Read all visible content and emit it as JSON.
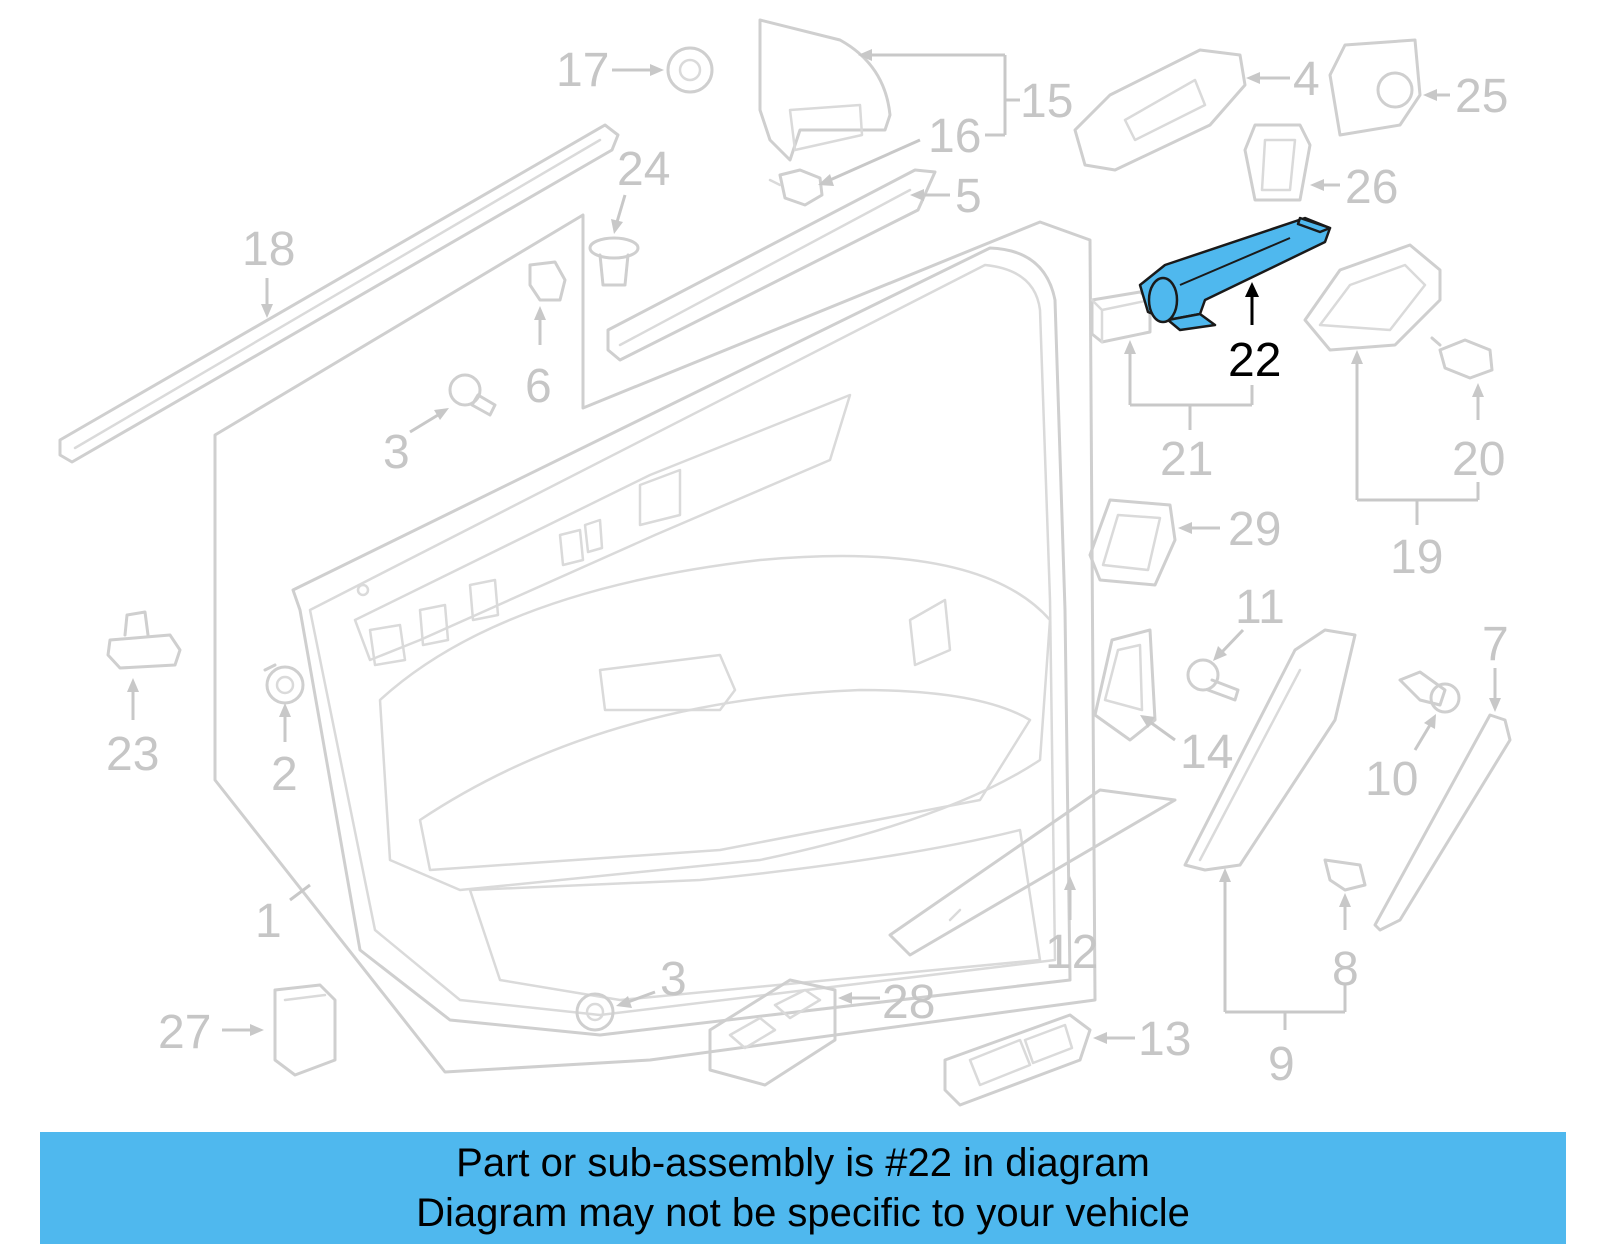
{
  "callouts": {
    "c1": "1",
    "c2": "2",
    "c3a": "3",
    "c3b": "3",
    "c4": "4",
    "c5": "5",
    "c6": "6",
    "c7": "7",
    "c8": "8",
    "c9": "9",
    "c10": "10",
    "c11": "11",
    "c12": "12",
    "c13": "13",
    "c14": "14",
    "c15": "15",
    "c16": "16",
    "c17": "17",
    "c18": "18",
    "c19": "19",
    "c20": "20",
    "c21": "21",
    "c22": "22",
    "c23": "23",
    "c24": "24",
    "c25": "25",
    "c26": "26",
    "c27": "27",
    "c28": "28",
    "c29": "29"
  },
  "highlight": {
    "part_number": "22",
    "color": "#4fb8ee"
  },
  "banner": {
    "line1": "Part or sub-assembly is #22 in diagram",
    "line2": "Diagram may not be specific to your vehicle"
  }
}
